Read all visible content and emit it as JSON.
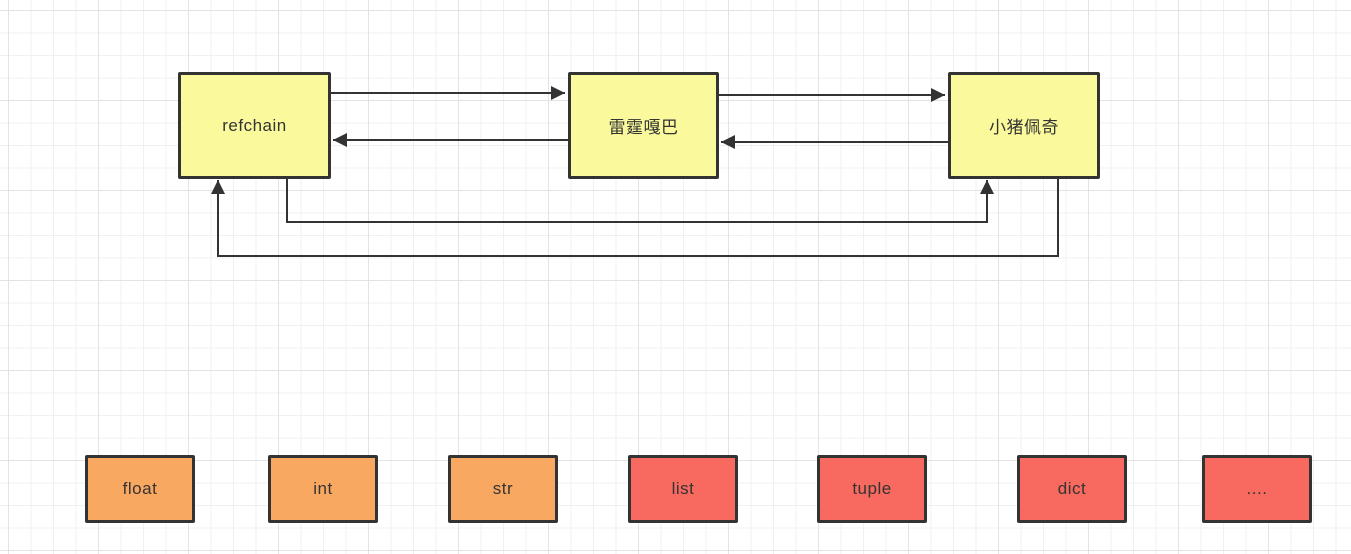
{
  "colors": {
    "background": "#ffffff",
    "grid_minor": "#f0f0f0",
    "grid_major": "#e3e3e3",
    "node_border": "#333333",
    "edge_stroke": "#333333",
    "text": "#333333",
    "yellow_fill": "#fafa9d",
    "orange_fill": "#f9a861",
    "red_fill": "#f8695f"
  },
  "diagram": {
    "top_nodes": [
      {
        "id": "refchain",
        "label": "refchain",
        "fill": "#fafa9d"
      },
      {
        "id": "leiting-gaba",
        "label": "雷霆嘎巴",
        "fill": "#fafa9d"
      },
      {
        "id": "xiaozhu-peiqi",
        "label": "小猪佩奇",
        "fill": "#fafa9d"
      }
    ],
    "bottom_nodes": [
      {
        "id": "float",
        "label": "float",
        "fill": "#f9a861"
      },
      {
        "id": "int",
        "label": "int",
        "fill": "#f9a861"
      },
      {
        "id": "str",
        "label": "str",
        "fill": "#f9a861"
      },
      {
        "id": "list",
        "label": "list",
        "fill": "#f8695f"
      },
      {
        "id": "tuple",
        "label": "tuple",
        "fill": "#f8695f"
      },
      {
        "id": "dict",
        "label": "dict",
        "fill": "#f8695f"
      },
      {
        "id": "more",
        "label": "....",
        "fill": "#f8695f"
      }
    ],
    "edges": [
      {
        "from": "refchain",
        "to": "雷霆嘎巴",
        "route": "straight"
      },
      {
        "from": "雷霆嘎巴",
        "to": "refchain",
        "route": "straight"
      },
      {
        "from": "雷霆嘎巴",
        "to": "小猪佩奇",
        "route": "straight"
      },
      {
        "from": "小猪佩奇",
        "to": "雷霆嘎巴",
        "route": "straight"
      },
      {
        "from": "refchain",
        "to": "小猪佩奇",
        "route": "orthogonal-below"
      },
      {
        "from": "小猪佩奇",
        "to": "refchain",
        "route": "orthogonal-below"
      }
    ]
  }
}
